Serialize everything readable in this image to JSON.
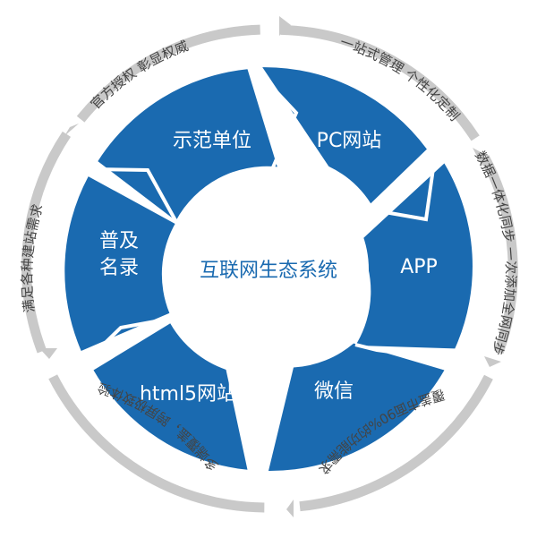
{
  "diagram": {
    "center": {
      "label": "互联网生态系统"
    },
    "segments": [
      {
        "label": "PC网站"
      },
      {
        "label": "APP"
      },
      {
        "label": "微信"
      },
      {
        "label": "html5网站"
      },
      {
        "label_line1": "普及",
        "label_line2": "名录"
      },
      {
        "label": "示范单位"
      }
    ],
    "ring_captions": [
      {
        "text": "一站式管理 个性化定制"
      },
      {
        "text": "数据一体化同步 一次添加全网同步"
      },
      {
        "text": "覆盖市面90%的功能需求"
      },
      {
        "text": "多端覆盖，跨屏极致体验"
      },
      {
        "text": "满足各种建站需求"
      },
      {
        "text": "官方授权 彰显权威"
      }
    ]
  }
}
